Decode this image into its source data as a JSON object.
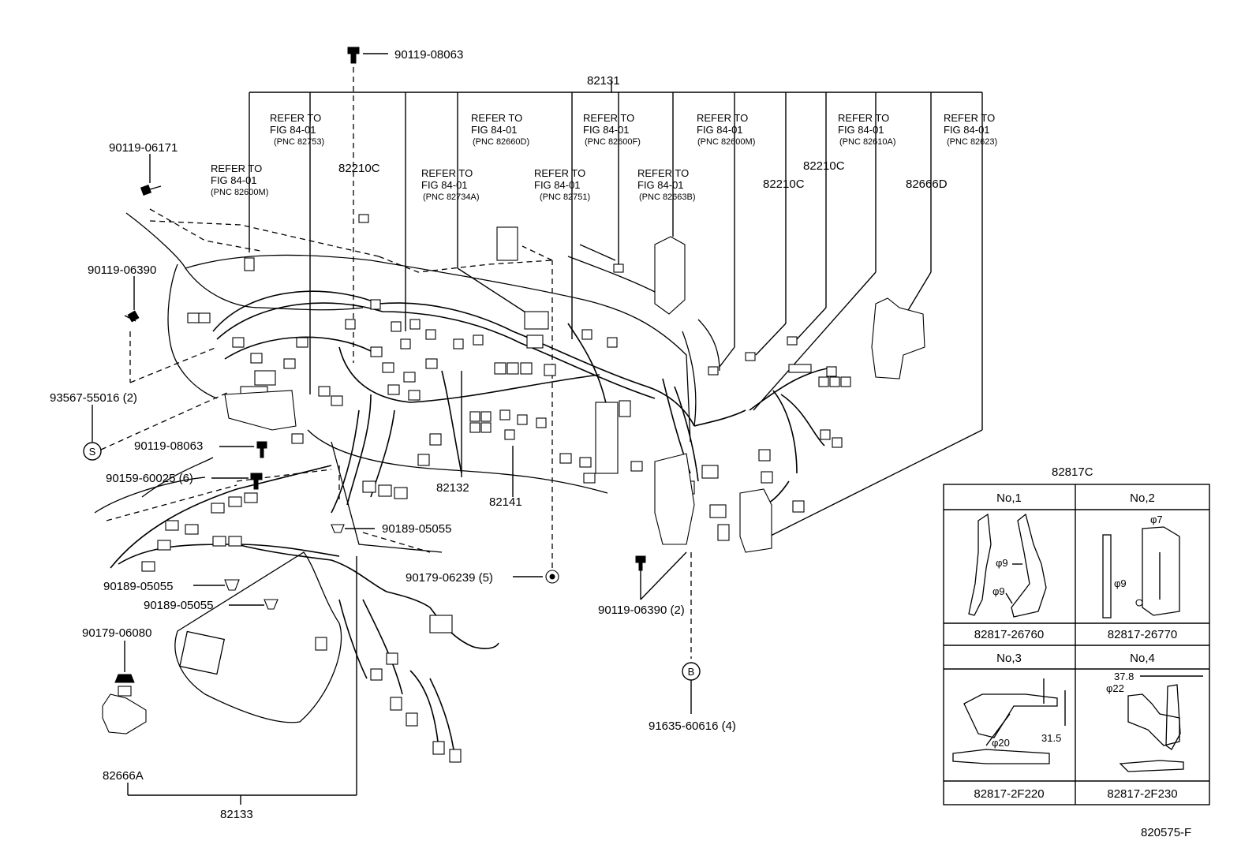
{
  "diagram": {
    "figure_code": "820575-F",
    "callouts": {
      "c82131": "82131",
      "c82132": "82132",
      "c82133": "82133",
      "c82141": "82141",
      "c82210c_a": "82210C",
      "c82210c_b": "82210C",
      "c82210c_c": "82210C",
      "c82666d": "82666D",
      "c82666a": "82666A",
      "c90119_08063_top": "90119-08063",
      "c90119_06171": "90119-06171",
      "c90119_06390": "90119-06390",
      "c93567_55016": "93567-55016 (2)",
      "c90119_08063_mid": "90119-08063",
      "c90159_60025": "90159-60025 (6)",
      "c90189_05055_a": "90189-05055",
      "c90189_05055_b": "90189-05055",
      "c90189_05055_c": "90189-05055",
      "c90179_06080": "90179-06080",
      "c90179_06239": "90179-06239 (5)",
      "c90119_06390_2": "90119-06390 (2)",
      "c91635_60616": "91635-60616 (4)"
    },
    "markers": {
      "s": "S",
      "b": "B"
    },
    "references": [
      {
        "line1": "REFER TO",
        "line2": "FIG 84-01",
        "pnc": "(PNC 82600M)"
      },
      {
        "line1": "REFER TO",
        "line2": "FIG 84-01",
        "pnc": "(PNC 82753)"
      },
      {
        "line1": "REFER TO",
        "line2": "FIG 84-01",
        "pnc": "(PNC 82734A)"
      },
      {
        "line1": "REFER TO",
        "line2": "FIG 84-01",
        "pnc": "(PNC 82660D)"
      },
      {
        "line1": "REFER TO",
        "line2": "FIG 84-01",
        "pnc": "(PNC 82751)"
      },
      {
        "line1": "REFER TO",
        "line2": "FIG 84-01",
        "pnc": "(PNC 82600F)"
      },
      {
        "line1": "REFER TO",
        "line2": "FIG 84-01",
        "pnc": "(PNC 82663B)"
      },
      {
        "line1": "REFER TO",
        "line2": "FIG 84-01",
        "pnc": "(PNC 82600M)"
      },
      {
        "line1": "REFER TO",
        "line2": "FIG 84-01",
        "pnc": "(PNC 82610A)"
      },
      {
        "line1": "REFER TO",
        "line2": "FIG 84-01",
        "pnc": "(PNC 82623)"
      }
    ],
    "clamp_table": {
      "title": "82817C",
      "cells": [
        {
          "heading": "No,1",
          "part": "82817-26760",
          "dims": [
            "φ9",
            "φ9"
          ]
        },
        {
          "heading": "No,2",
          "part": "82817-26770",
          "dims": [
            "φ7",
            "φ9"
          ]
        },
        {
          "heading": "No,3",
          "part": "82817-2F220",
          "dims": [
            "φ20",
            "31.5"
          ]
        },
        {
          "heading": "No,4",
          "part": "82817-2F230",
          "dims": [
            "37.8",
            "φ22"
          ]
        }
      ]
    }
  }
}
